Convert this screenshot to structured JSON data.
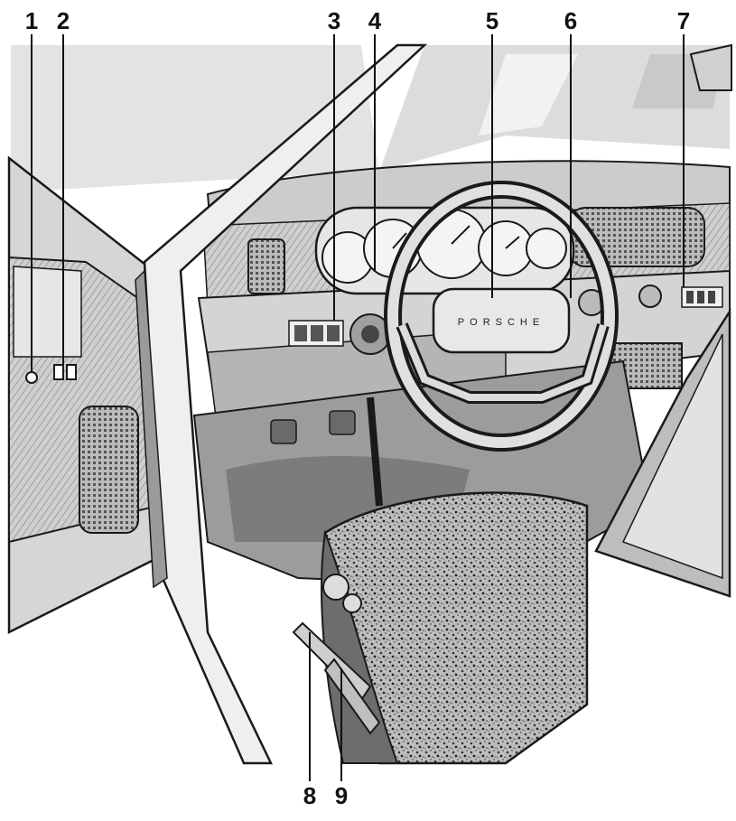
{
  "figure": {
    "steering_wheel_badge": "PORSCHE",
    "callouts": [
      {
        "number": "1",
        "target": "door-lock-button"
      },
      {
        "number": "2",
        "target": "power-window-switches"
      },
      {
        "number": "3",
        "target": "dashboard-switch-panel"
      },
      {
        "number": "4",
        "target": "instrument-cluster"
      },
      {
        "number": "5",
        "target": "steering-wheel-hub"
      },
      {
        "number": "6",
        "target": "right-dash-controls"
      },
      {
        "number": "7",
        "target": "center-console-switches"
      },
      {
        "number": "8",
        "target": "seat-adjust-lever"
      },
      {
        "number": "9",
        "target": "seat-base-lever"
      }
    ]
  },
  "colors": {
    "line": "#1a1a1a",
    "shade_light": "#d9d9d9",
    "shade_mid": "#a6a6a6",
    "shade_dark": "#5a5a5a",
    "paper": "#ffffff"
  }
}
